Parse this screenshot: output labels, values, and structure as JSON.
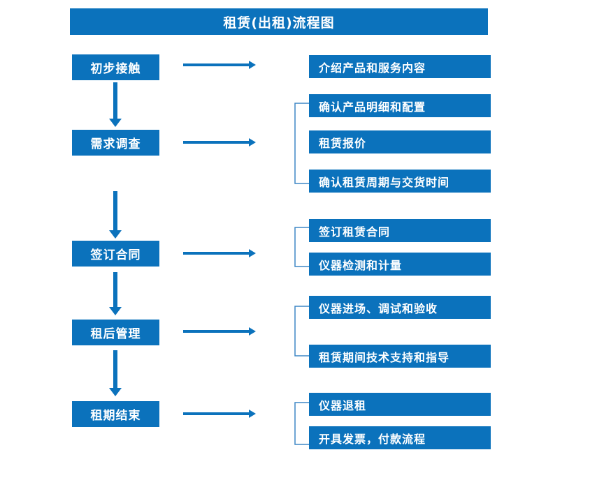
{
  "diagram": {
    "title": "租赁(出租)流程图",
    "colors": {
      "box_fill": "#0b72bc",
      "box_text": "#ffffff",
      "arrow": "#0b72bc",
      "bracket": "#3f87c5",
      "background": "#ffffff"
    },
    "stages": [
      {
        "id": "stage-1",
        "label": "初步接触",
        "arrow_label": "arrow-right-icon",
        "details": [
          "介绍产品和服务内容"
        ],
        "has_bracket": false
      },
      {
        "id": "stage-2",
        "label": "需求调查",
        "arrow_label": "arrow-right-icon",
        "details": [
          "确认产品明细和配置",
          "租赁报价",
          "确认租赁周期与交货时间"
        ],
        "has_bracket": true
      },
      {
        "id": "stage-3",
        "label": "签订合同",
        "arrow_label": "arrow-right-icon",
        "details": [
          "签订租赁合同",
          "仪器检测和计量"
        ],
        "has_bracket": true
      },
      {
        "id": "stage-4",
        "label": "租后管理",
        "arrow_label": "arrow-right-icon",
        "details": [
          "仪器进场、调试和验收",
          "租赁期间技术支持和指导"
        ],
        "has_bracket": true
      },
      {
        "id": "stage-5",
        "label": "租期结束",
        "arrow_label": "arrow-right-icon",
        "details": [
          "仪器退租",
          "开具发票，付款流程"
        ],
        "has_bracket": true
      }
    ],
    "flow_connectors": [
      {
        "from": "初步接触",
        "to": "需求调查",
        "icon": "arrow-down-icon"
      },
      {
        "from": "需求调查",
        "to": "签订合同",
        "icon": "arrow-down-icon"
      },
      {
        "from": "签订合同",
        "to": "租后管理",
        "icon": "arrow-down-icon"
      },
      {
        "from": "租后管理",
        "to": "租期结束",
        "icon": "arrow-down-icon"
      }
    ]
  }
}
